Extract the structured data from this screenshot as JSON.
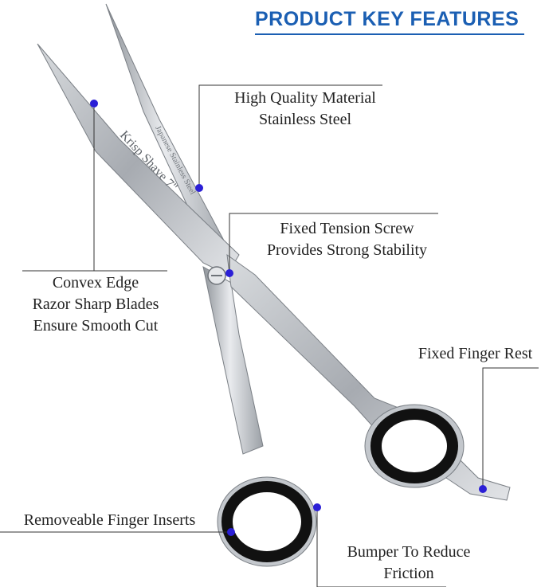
{
  "header": {
    "title": "PRODUCT KEY FEATURES"
  },
  "product": {
    "brand_engraving": "Krisp Shave 7\"",
    "steel_engraving": "Japanese Stainless Steel"
  },
  "features": {
    "material": {
      "line1": "High Quality Material",
      "line2": "Stainless Steel"
    },
    "tension": {
      "line1": "Fixed Tension Screw",
      "line2": "Provides Strong Stability"
    },
    "edge": {
      "line1": "Convex Edge",
      "line2": "Razor Sharp Blades",
      "line3": "Ensure Smooth Cut"
    },
    "finger_rest": {
      "line1": "Fixed Finger Rest"
    },
    "inserts": {
      "line1": "Removeable Finger Inserts"
    },
    "bumper": {
      "line1": "Bumper To Reduce",
      "line2": "Friction"
    }
  },
  "colors": {
    "accent": "#1b5fb3",
    "dot": "#2b1fd6",
    "steel": "#b8bcc2",
    "ring": "#111111"
  }
}
